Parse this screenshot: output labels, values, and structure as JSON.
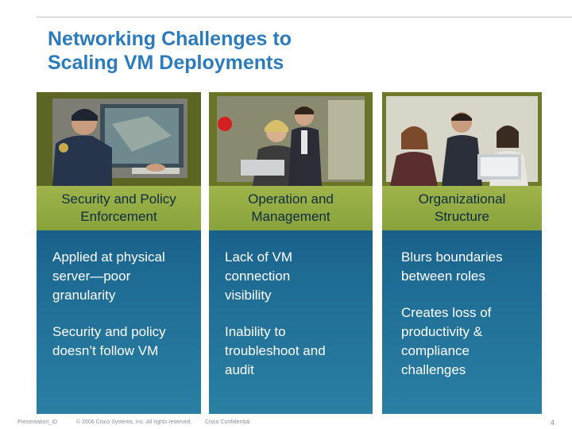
{
  "title": {
    "line1": "Networking Challenges to",
    "line2": "Scaling VM Deployments"
  },
  "columns": [
    {
      "photo_icon": "security-officer-photo",
      "heading": {
        "line1": "Security and Policy",
        "line2": "Enforcement"
      },
      "points": [
        {
          "line1": "Applied at physical",
          "line2": "server—poor",
          "line3": "granularity"
        },
        {
          "line1": "Security and policy",
          "line2": "doesn’t follow VM"
        }
      ]
    },
    {
      "photo_icon": "business-meeting-photo",
      "heading": {
        "line1": "Operation and",
        "line2": "Management"
      },
      "points": [
        {
          "line1": "Lack of VM",
          "line2": "connection",
          "line3": "visibility"
        },
        {
          "line1": "Inability to",
          "line2": "troubleshoot and",
          "line3": "audit"
        }
      ]
    },
    {
      "photo_icon": "team-at-laptop-photo",
      "heading": {
        "line1": "Organizational",
        "line2": "Structure"
      },
      "points": [
        {
          "line1": "Blurs boundaries",
          "line2": "between roles"
        },
        {
          "line1": "Creates loss of",
          "line2": "productivity &",
          "line3": "compliance",
          "line4": "challenges"
        }
      ]
    }
  ],
  "footer": {
    "presentation_id": "Presentation_ID",
    "copyright": "© 2006 Cisco Systems, Inc. All rights reserved.",
    "confidential": "Cisco Confidential",
    "page_number": "4"
  },
  "colors": {
    "title": "#2b7bbd",
    "heading_band": "#9fb44a",
    "column_top": "#0d3355",
    "column_bottom": "#2a7fa3"
  }
}
